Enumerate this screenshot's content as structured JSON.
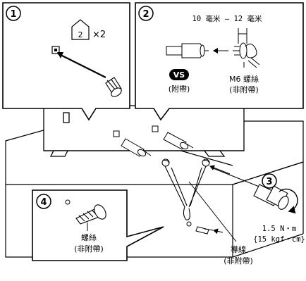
{
  "steps": [
    {
      "number": "1"
    },
    {
      "number": "2"
    },
    {
      "number": "3"
    },
    {
      "number": "4"
    }
  ],
  "panel1": {
    "quantity_label": "×2",
    "icon_digit": "2"
  },
  "panel2": {
    "distance_label": "10 毫米 – 12 毫米",
    "badge_text": "VS",
    "vs_caption": "(附帶)",
    "screw_name": "M6 螺絲",
    "screw_caption": "(非附帶)"
  },
  "panel4": {
    "screw_name": "螺絲",
    "screw_caption": "(非附帶)"
  },
  "torque": {
    "value": "1.5 N・m",
    "alt_value": "{15 kgf・cm}"
  },
  "cable": {
    "name": "導線",
    "caption": "(非附帶)"
  }
}
